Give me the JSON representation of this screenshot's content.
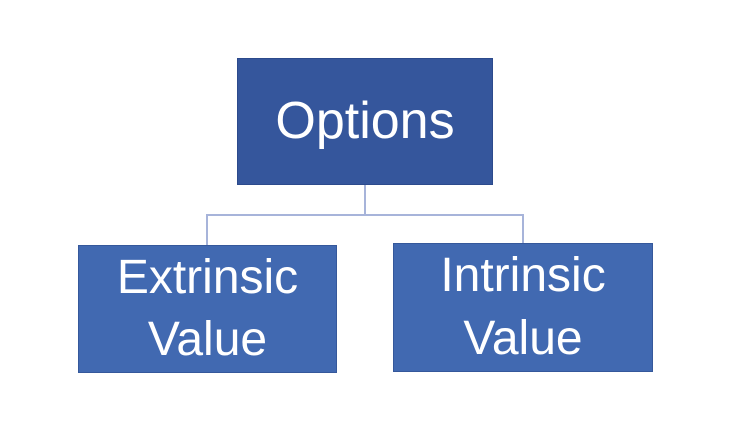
{
  "diagram": {
    "type": "hierarchy",
    "root": {
      "label": "Options"
    },
    "children": [
      {
        "label": "Extrinsic Value"
      },
      {
        "label": "Intrinsic Value"
      }
    ]
  },
  "colors": {
    "background": "#ffffff",
    "root_fill": "#35569c",
    "child_fill": "#4169b1",
    "text": "#ffffff",
    "connector": "#a7b4da"
  }
}
